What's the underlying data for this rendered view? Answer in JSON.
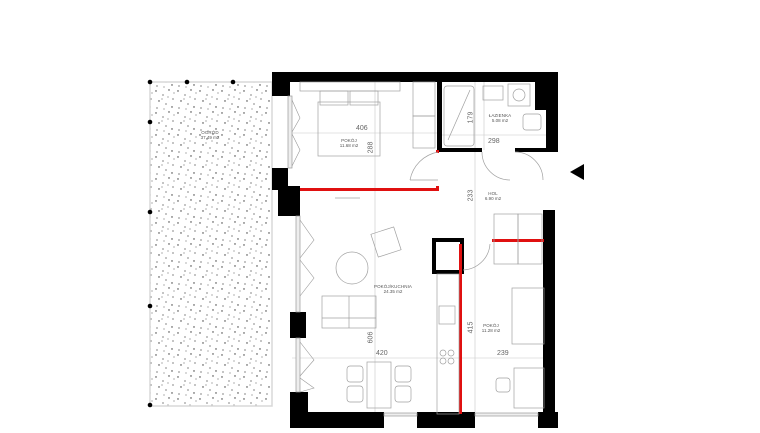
{
  "plan": {
    "colors": {
      "wall": "#000000",
      "partition_highlight": "#e01010",
      "furniture": "#9a9a9a",
      "garden_dots": "#333333",
      "background": "#ffffff"
    },
    "rooms": [
      {
        "id": "garden",
        "name": "OGRÓD",
        "area": "37.49 m2"
      },
      {
        "id": "bedroom1",
        "name": "POKÓJ",
        "area": "11.68 m2"
      },
      {
        "id": "bathroom",
        "name": "ŁAZIENKA",
        "area": "5.08 m2"
      },
      {
        "id": "hall",
        "name": "HOL",
        "area": "6.90 m2"
      },
      {
        "id": "living_kitchen",
        "name": "POKÓJ/KUCHNIA",
        "area": "24.35 m2"
      },
      {
        "id": "bedroom2",
        "name": "POKÓJ",
        "area": "11.28 m2"
      }
    ],
    "dimensions": {
      "bedroom1_width": "406",
      "bedroom1_height": "288",
      "bathroom_width": "298",
      "bathroom_height": "179",
      "hall_height": "233",
      "living_width": "420",
      "living_height": "606",
      "bedroom2_width": "239",
      "bedroom2_height": "415"
    },
    "entrance_marker": "triangle-left"
  }
}
